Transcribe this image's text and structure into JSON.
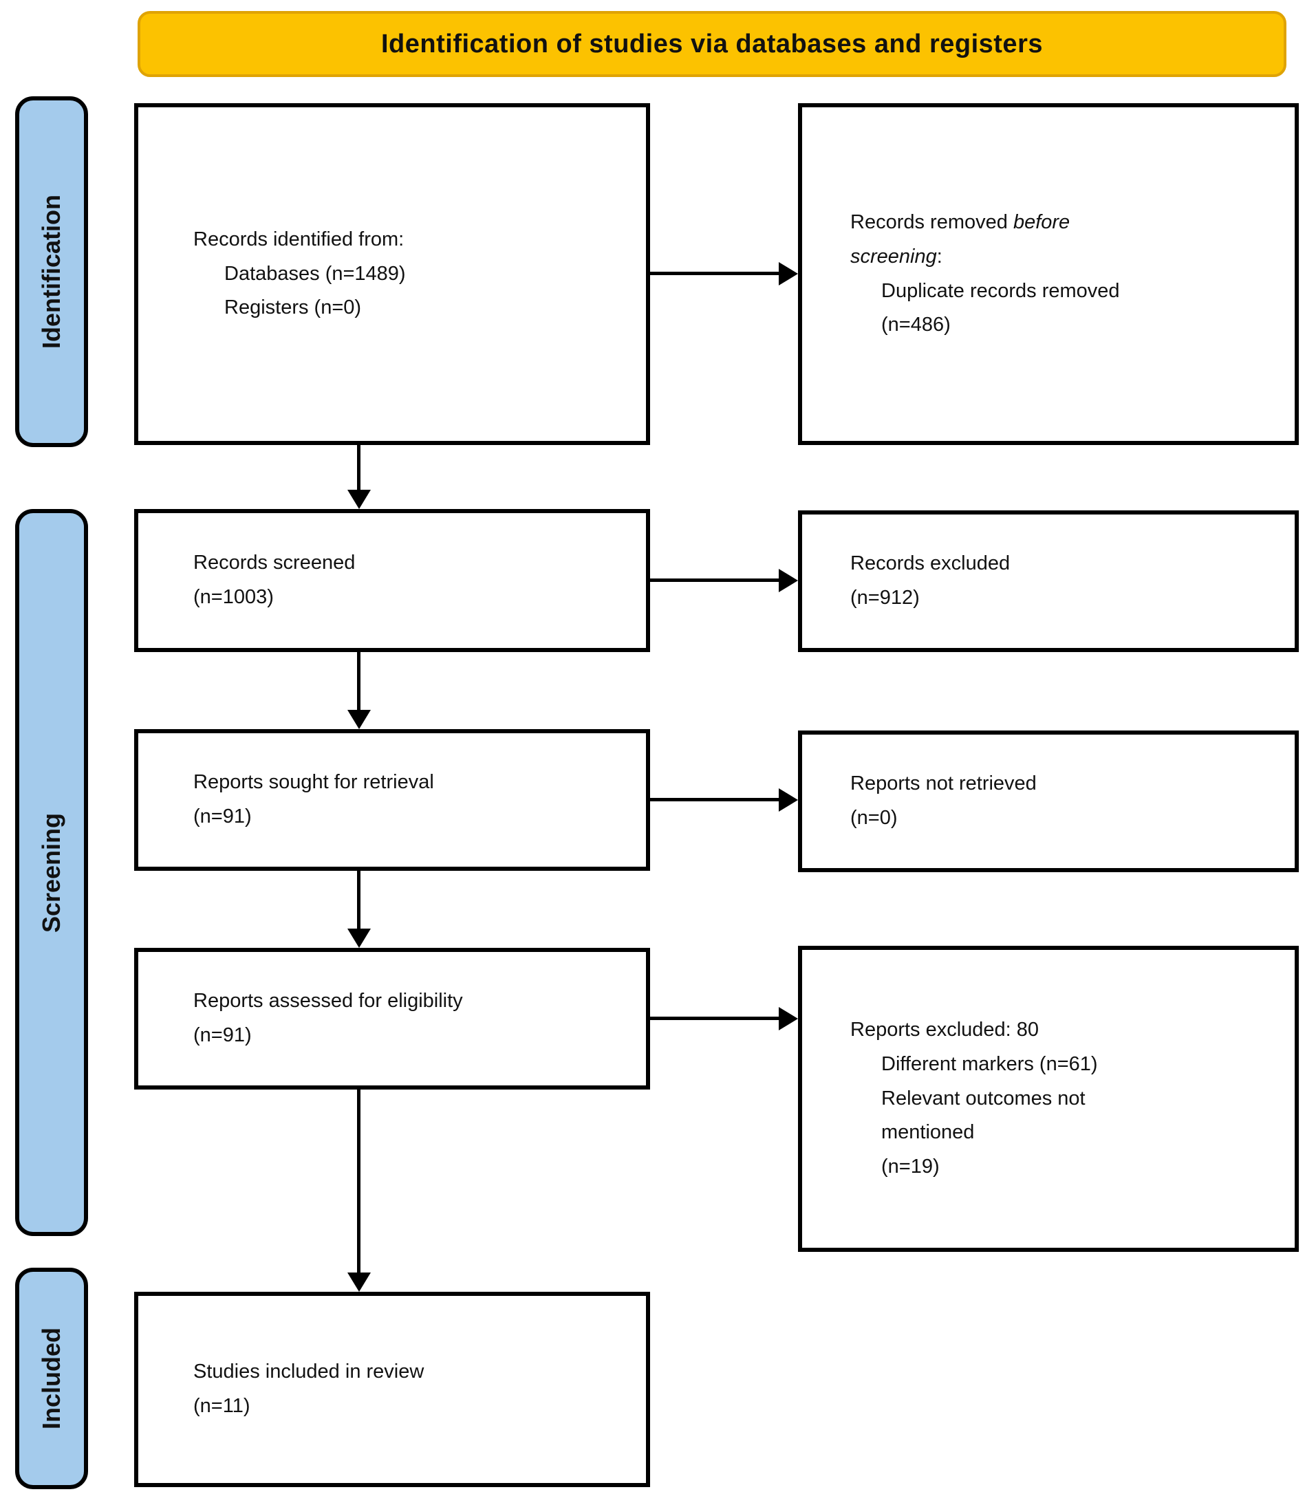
{
  "banner": {
    "title": "Identification of studies via databases and registers"
  },
  "colors": {
    "banner_fill": "#FCC200",
    "banner_border": "#DFA305",
    "stage_fill": "#A4CBEC",
    "box_border": "#000000"
  },
  "stages": {
    "identification": "Identification",
    "screening": "Screening",
    "included": "Included"
  },
  "boxes": {
    "records_identified": {
      "line1": "Records identified from:",
      "line2": "Databases (n=1489)",
      "line3": "Registers (n=0)"
    },
    "records_removed": {
      "l1_regular": "Records removed ",
      "l1_italic": "before",
      "l2_italic": "screening",
      "l2_suffix": ":",
      "line3": "Duplicate records removed",
      "line4": "(n=486)"
    },
    "records_screened": {
      "line1": "Records screened",
      "line2": "(n=1003)"
    },
    "records_excluded": {
      "line1": "Records excluded",
      "line2": "(n=912)"
    },
    "reports_sought": {
      "line1": "Reports sought for retrieval",
      "line2": "(n=91)"
    },
    "reports_not_retrieved": {
      "line1": "Reports not retrieved",
      "line2": "(n=0)"
    },
    "reports_assessed": {
      "line1": "Reports assessed for eligibility",
      "line2": "(n=91)"
    },
    "reports_excluded": {
      "line1": "Reports excluded: 80",
      "line2": "Different markers (n=61)",
      "line3": "Relevant outcomes not",
      "line4": "mentioned",
      "line5": "(n=19)"
    },
    "studies_included": {
      "line1": "Studies included in review",
      "line2": "(n=11)"
    }
  }
}
